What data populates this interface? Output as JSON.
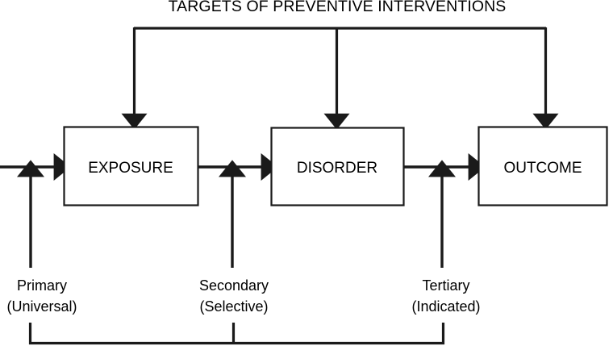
{
  "diagram": {
    "title": "TARGETS OF PREVENTIVE INTERVENTIONS",
    "colors": {
      "stroke": "#1a1a1a",
      "background": "#ffffff",
      "text": "#000000"
    },
    "boxes": [
      {
        "id": "exposure",
        "label": "EXPOSURE"
      },
      {
        "id": "disorder",
        "label": "DISORDER"
      },
      {
        "id": "outcome",
        "label": "OUTCOME"
      }
    ],
    "interventions": [
      {
        "id": "primary",
        "label": "Primary",
        "sublabel": "(Universal)"
      },
      {
        "id": "secondary",
        "label": "Secondary",
        "sublabel": "(Selective)"
      },
      {
        "id": "tertiary",
        "label": "Tertiary",
        "sublabel": "(Indicated)"
      }
    ],
    "flow": {
      "sequence": "EXPOSURE → DISORDER → OUTCOME",
      "top_bracket": "distributes targets of preventive interventions to EXPOSURE, DISORDER and OUTCOME",
      "bottom_bracket": "links Primary, Secondary and Tertiary intervention entry points"
    }
  }
}
